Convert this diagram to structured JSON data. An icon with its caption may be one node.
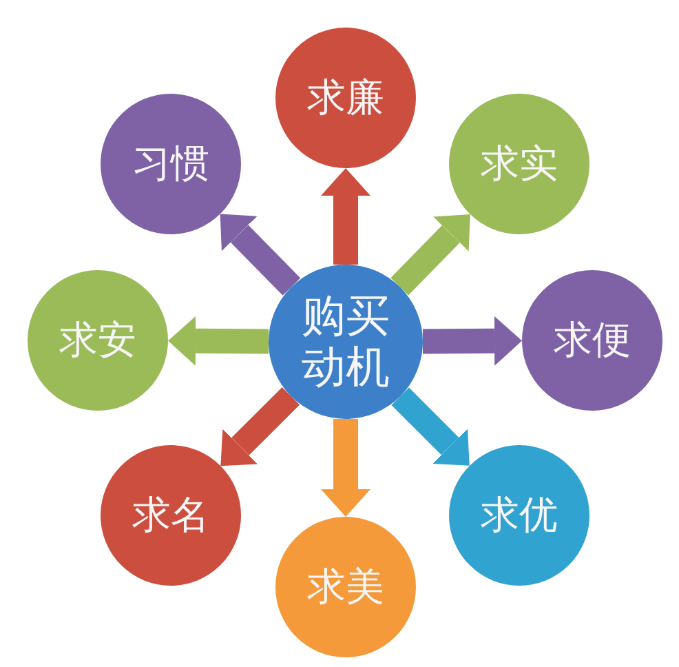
{
  "diagram": {
    "nodes": [
      {
        "text": [
          "求廉"
        ]
      },
      {
        "text": [
          "习惯"
        ]
      },
      {
        "text": [
          "求实"
        ]
      },
      {
        "text": [
          "求安"
        ]
      },
      {
        "text": [
          "购买动机"
        ]
      },
      {
        "text": [
          "求便"
        ]
      },
      {
        "text": [
          "求名"
        ]
      },
      {
        "text": [
          "求优"
        ]
      },
      {
        "text": [
          "求美"
        ]
      }
    ],
    "edges": [
      {
        "from": 4,
        "to": 0,
        "arrow": "to",
        "color": "#cc4e3e"
      },
      {
        "from": 4,
        "to": 2,
        "arrow": "to",
        "color": "#9bbb59"
      },
      {
        "from": 4,
        "to": 5,
        "arrow": "to",
        "color": "#7f62a5"
      },
      {
        "from": 4,
        "to": 7,
        "arrow": "to",
        "color": "#31a3d0"
      },
      {
        "from": 4,
        "to": 8,
        "arrow": "to",
        "color": "#f59a3a"
      },
      {
        "from": 4,
        "to": 6,
        "arrow": "to",
        "color": "#cc4e3e"
      },
      {
        "from": 4,
        "to": 3,
        "arrow": "to",
        "color": "#9bbb59"
      },
      {
        "from": 4,
        "to": 1,
        "arrow": "to",
        "color": "#7f62a5"
      }
    ]
  }
}
